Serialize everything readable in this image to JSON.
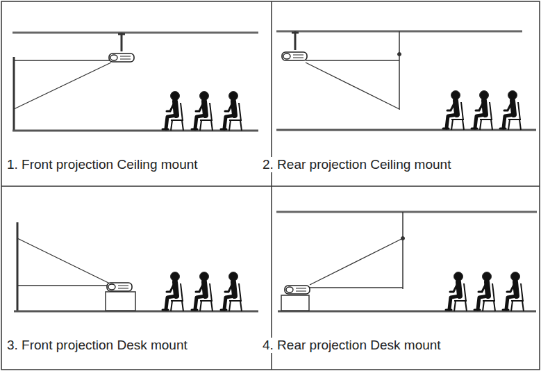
{
  "diagram": {
    "labels": [
      "1. Front projection Ceiling mount",
      "2. Rear projection Ceiling mount",
      "3. Front projection Desk mount",
      "4. Rear projection Desk mount"
    ]
  }
}
